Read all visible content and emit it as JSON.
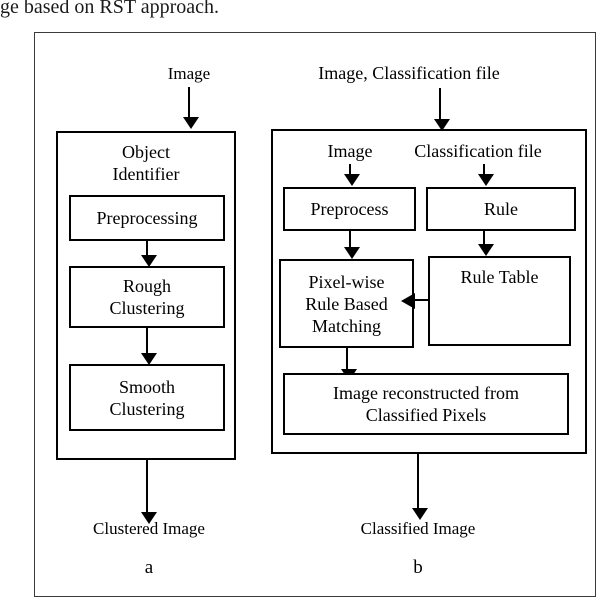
{
  "page": {
    "top_caption_partial": "ge based on RST approach."
  },
  "figure": {
    "panels": [
      {
        "id": "a",
        "caption": "a",
        "input_label": "Image",
        "output_label": "Clustered Image",
        "container_title": "Object\nIdentifier",
        "steps": [
          {
            "label": "Preprocessing"
          },
          {
            "label": "Rough\nClustering"
          },
          {
            "label": "Smooth\nClustering"
          }
        ]
      },
      {
        "id": "b",
        "caption": "b",
        "input_label": "Image, Classification file",
        "output_label": "Classified Image",
        "branch_labels": {
          "left": "Image",
          "right": "Classification file"
        },
        "boxes": {
          "preprocess": "Preprocess",
          "rule": "Rule",
          "matching": "Pixel-wise\nRule Based\nMatching",
          "rule_table": "Rule Table",
          "reconstruct": "Image reconstructed from\nClassified Pixels"
        }
      }
    ]
  },
  "colors": {
    "stroke": "#000000",
    "frame": "#3a3a3a",
    "background": "#ffffff"
  }
}
